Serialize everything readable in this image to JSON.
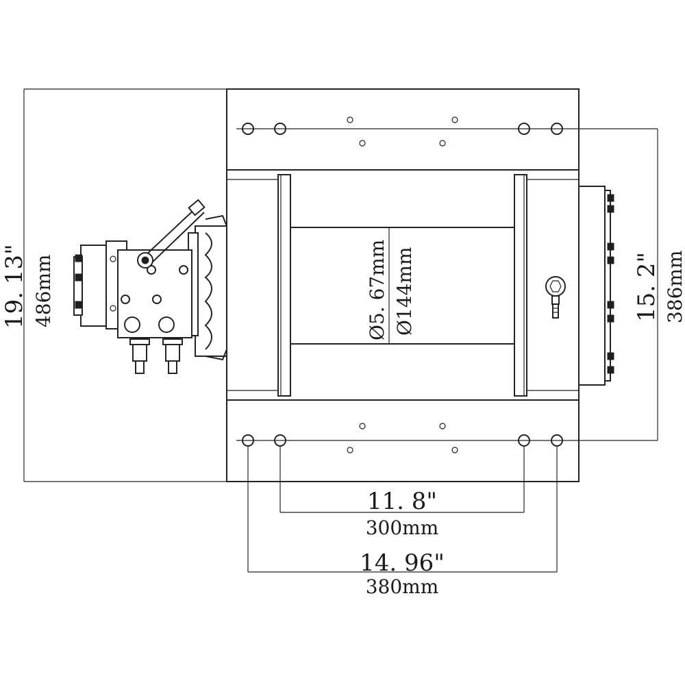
{
  "dimensions": {
    "overall_height": {
      "inches": "19. 13\"",
      "mm": "486mm"
    },
    "mount_height": {
      "inches": "15. 2\"",
      "mm": "386mm"
    },
    "inner_bolt_span": {
      "inches": "11. 8\"",
      "mm": "300mm"
    },
    "outer_bolt_span": {
      "inches": "14. 96\"",
      "mm": "380mm"
    },
    "drum_diameter": {
      "inches": "Ø5. 67mm",
      "mm": "Ø144mm"
    }
  }
}
